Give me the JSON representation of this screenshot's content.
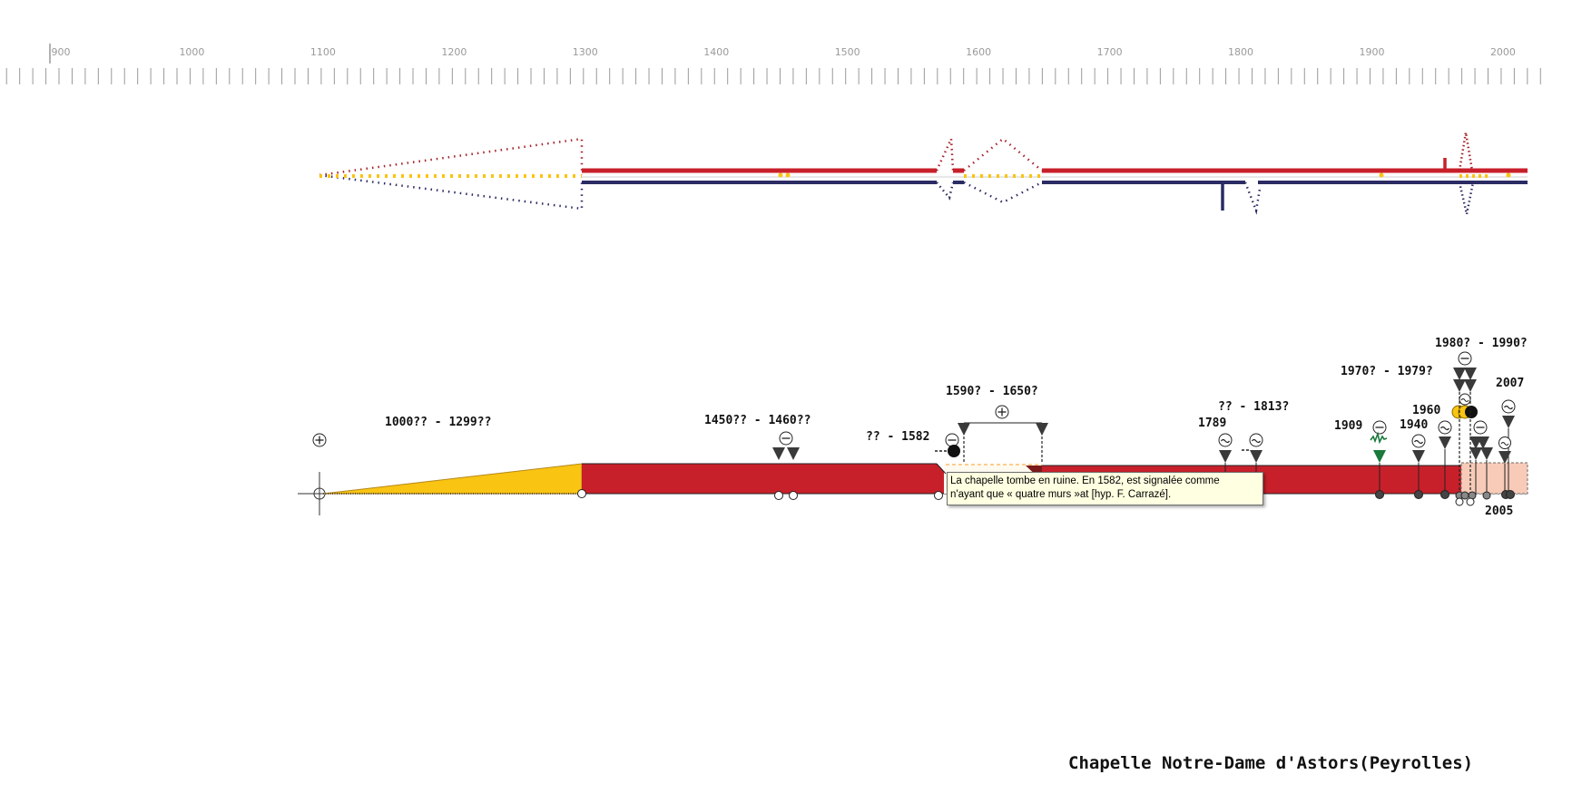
{
  "title": "Chapelle Notre-Dame d'Astors(Peyrolles)",
  "axis": {
    "min": 900,
    "max": 2016,
    "minor_step": 10,
    "labels": [
      "900",
      "1000",
      "1100",
      "1200",
      "1300",
      "1400",
      "1500",
      "1600",
      "1700",
      "1800",
      "1900",
      "2000"
    ]
  },
  "colors": {
    "red": "#c8202a",
    "navy": "#2b2c63",
    "yellow": "#f9c412",
    "green": "#1a7a3c",
    "peach": "#f7cbb8",
    "dark": "#3a3a3a",
    "tooltip_bg": "#ffffe1"
  },
  "event_labels": [
    {
      "text": "1000?? - 1299??",
      "year": 1150,
      "level": "low"
    },
    {
      "text": "1450?? - 1460??",
      "year": 1455,
      "level": "low"
    },
    {
      "text": "?? - 1582",
      "year": 1538,
      "level": "low"
    },
    {
      "text": "1590? - 1650?",
      "year": 1620,
      "level": "high"
    },
    {
      "text": "1789",
      "year": 1789,
      "level": "low"
    },
    {
      "text": "?? - 1813?",
      "year": 1815,
      "level": "mid"
    },
    {
      "text": "1909",
      "year": 1893,
      "level": "low"
    },
    {
      "text": "1940",
      "year": 1940,
      "level": "low"
    },
    {
      "text": "1960",
      "year": 1946,
      "level": "mid"
    },
    {
      "text": "1970? - 1979?",
      "year": 1917,
      "level": "higher"
    },
    {
      "text": "1980? - 1990?",
      "year": 1996,
      "level": "top"
    },
    {
      "text": "2007",
      "year": 2007,
      "level": "mid"
    },
    {
      "text": "2005",
      "year": 2005,
      "level": "below"
    }
  ],
  "tooltip": {
    "line1": "La chapelle tombe en ruine. En 1582, est signalée comme",
    "line2": "n'ayant que « quatre murs »at [hyp. F. Carrazé]."
  },
  "icons": {
    "add": "plus-circle-icon",
    "remove": "minus-circle-icon",
    "alter": "tilde-circle-icon",
    "event": "down-triangle-icon",
    "anchor": "crosshair-icon"
  }
}
